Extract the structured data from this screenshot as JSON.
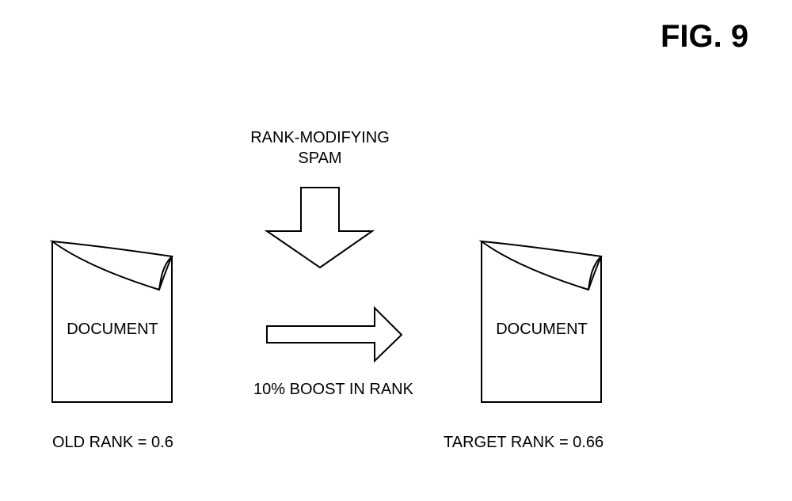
{
  "figure": {
    "title": "FIG. 9"
  },
  "spam": {
    "line1": "RANK-MODIFYING",
    "line2": "SPAM"
  },
  "left_document": {
    "label": "DOCUMENT",
    "rank_caption": "OLD RANK = 0.6"
  },
  "boost": {
    "label": "10% BOOST IN RANK"
  },
  "right_document": {
    "label": "DOCUMENT",
    "rank_caption": "TARGET RANK = 0.66"
  },
  "icons": {
    "document": "document-page-curl-icon",
    "down_arrow": "block-arrow-down-icon",
    "right_arrow": "block-arrow-right-icon"
  }
}
